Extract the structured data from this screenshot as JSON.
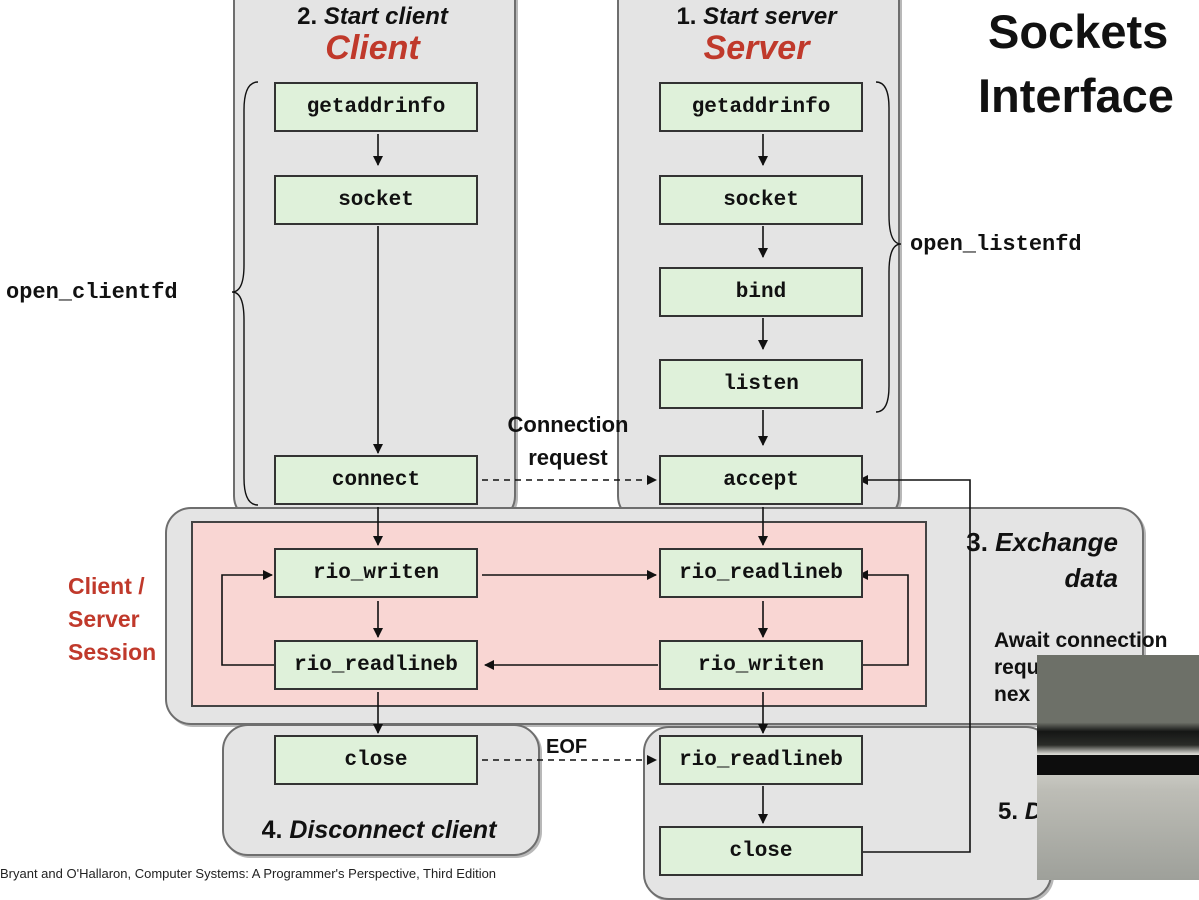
{
  "title": [
    "Sockets",
    "Interface"
  ],
  "client": {
    "step": "2.",
    "step_label": "Start client",
    "role": "Client"
  },
  "server": {
    "step": "1.",
    "step_label": "Start server",
    "role": "Server"
  },
  "functions": {
    "client_getaddrinfo": "getaddrinfo",
    "client_socket": "socket",
    "client_connect": "connect",
    "server_getaddrinfo": "getaddrinfo",
    "server_socket": "socket",
    "server_bind": "bind",
    "server_listen": "listen",
    "server_accept": "accept",
    "client_rio_writen": "rio_writen",
    "client_rio_readlineb": "rio_readlineb",
    "server_rio_readlineb": "rio_readlineb",
    "server_rio_writen": "rio_writen",
    "client_close": "close",
    "server_rio_readlineb_2": "rio_readlineb",
    "server_close": "close"
  },
  "braces": {
    "client": "open_clientfd",
    "server": "open_listenfd"
  },
  "connection_request": [
    "Connection",
    "request"
  ],
  "exchange": {
    "step": "3.",
    "line1": "Exchange",
    "line2": "data"
  },
  "session_label": [
    "Client /",
    "Server",
    "Session"
  ],
  "await": [
    "Await connection",
    "requ",
    "nex"
  ],
  "eof": "EOF",
  "disconnect": {
    "step": "4.",
    "label": "Disconnect client"
  },
  "step5": {
    "step": "5.",
    "label": "D"
  },
  "footer": "Bryant and O'Hallaron, Computer Systems: A Programmer's Perspective, Third Edition"
}
